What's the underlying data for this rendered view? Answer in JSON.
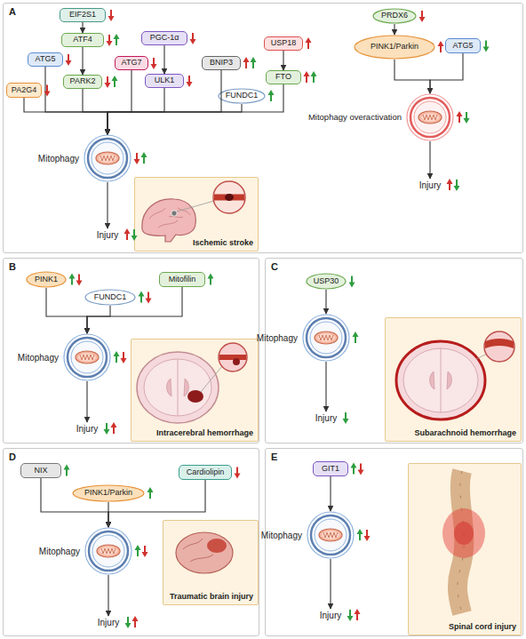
{
  "diagram": {
    "nodes": [
      {
        "text": [
          "A"
        ]
      },
      {
        "text": [
          "EIF2S1"
        ],
        "in": 0
      },
      {
        "text": [
          "ATF4"
        ],
        "in": 0
      },
      {
        "text": [
          "PA2G4"
        ],
        "in": 0
      },
      {
        "text": [
          "ATG5"
        ],
        "in": 0
      },
      {
        "text": [
          "PARK2"
        ],
        "in": 0
      },
      {
        "text": [
          "ATG7"
        ],
        "in": 0
      },
      {
        "text": [
          "PGC-1α"
        ],
        "in": 0
      },
      {
        "text": [
          "ULK1"
        ],
        "in": 0
      },
      {
        "text": [
          "BNIP3"
        ],
        "in": 0
      },
      {
        "text": [
          "USP18"
        ],
        "in": 0
      },
      {
        "text": [
          "FTO"
        ],
        "in": 0
      },
      {
        "text": [
          "FUNDC1"
        ],
        "in": 0
      },
      {
        "text": [
          "Mitophagy"
        ],
        "in": 0
      },
      {
        "text": [
          "Injury"
        ],
        "in": 0
      },
      {
        "text": [
          "Ischemic stroke"
        ],
        "in": 0
      },
      {
        "text": [
          "PRDX6"
        ],
        "in": 0
      },
      {
        "text": [
          "PINK1/Parkin"
        ],
        "in": 0
      },
      {
        "text": [
          "ATG5"
        ],
        "in": 0
      },
      {
        "text": [
          "Mitophagy overactivation"
        ],
        "in": 0
      },
      {
        "text": [
          "Injury"
        ],
        "in": 0
      },
      {
        "text": [
          "B"
        ]
      },
      {
        "text": [
          "PINK1"
        ],
        "in": 21
      },
      {
        "text": [
          "FUNDC1"
        ],
        "in": 21
      },
      {
        "text": [
          "Mitofilin"
        ],
        "in": 21
      },
      {
        "text": [
          "Mitophagy"
        ],
        "in": 21
      },
      {
        "text": [
          "Injury"
        ],
        "in": 21
      },
      {
        "text": [
          "Intracerebral hemorrhage"
        ],
        "in": 21
      },
      {
        "text": [
          "C"
        ]
      },
      {
        "text": [
          "USP30"
        ],
        "in": 28
      },
      {
        "text": [
          "Mitophagy"
        ],
        "in": 28
      },
      {
        "text": [
          "Injury"
        ],
        "in": 28
      },
      {
        "text": [
          "Subarachnoid hemorrhage"
        ],
        "in": 28
      },
      {
        "text": [
          "D"
        ]
      },
      {
        "text": [
          "NIX"
        ],
        "in": 33
      },
      {
        "text": [
          "Cardiolipin"
        ],
        "in": 33
      },
      {
        "text": [
          "PINK1/Parkin"
        ],
        "in": 33
      },
      {
        "text": [
          "Mitophagy"
        ],
        "in": 33
      },
      {
        "text": [
          "Injury"
        ],
        "in": 33
      },
      {
        "text": [
          "Traumatic brain injury"
        ],
        "in": 33
      },
      {
        "text": [
          "E"
        ]
      },
      {
        "text": [
          "GIT1"
        ],
        "in": 40
      },
      {
        "text": [
          "Mitophagy"
        ],
        "in": 40
      },
      {
        "text": [
          "Injury"
        ],
        "in": 40
      },
      {
        "text": [
          "Spinal cord injury"
        ],
        "in": 40
      }
    ],
    "edges": [
      {
        "from": 1,
        "to": 2,
        "arrow": "to"
      },
      {
        "from": 2,
        "to": 5,
        "arrow": "to"
      },
      {
        "from": 7,
        "to": 8,
        "arrow": "to"
      },
      {
        "from": 10,
        "to": 11,
        "arrow": "to"
      },
      {
        "from": 3,
        "to": 13,
        "arrow": "to"
      },
      {
        "from": 4,
        "to": 13,
        "arrow": "to"
      },
      {
        "from": 5,
        "to": 13,
        "arrow": "to"
      },
      {
        "from": 6,
        "to": 13,
        "arrow": "to"
      },
      {
        "from": 8,
        "to": 13,
        "arrow": "to"
      },
      {
        "from": 9,
        "to": 13,
        "arrow": "to"
      },
      {
        "from": 12,
        "to": 13,
        "arrow": "to"
      },
      {
        "from": 11,
        "to": 13,
        "arrow": "to"
      },
      {
        "from": 13,
        "to": 14,
        "arrow": "to"
      },
      {
        "from": 16,
        "to": 17,
        "arrow": "to"
      },
      {
        "from": 17,
        "to": 19,
        "arrow": "to"
      },
      {
        "from": 18,
        "to": 19,
        "arrow": "to"
      },
      {
        "from": 19,
        "to": 20,
        "arrow": "to"
      },
      {
        "from": 22,
        "to": 25,
        "arrow": "to"
      },
      {
        "from": 23,
        "to": 25,
        "arrow": "to"
      },
      {
        "from": 24,
        "to": 25,
        "arrow": "to"
      },
      {
        "from": 25,
        "to": 26,
        "arrow": "to"
      },
      {
        "from": 29,
        "to": 30,
        "arrow": "to"
      },
      {
        "from": 30,
        "to": 31,
        "arrow": "to"
      },
      {
        "from": 34,
        "to": 37,
        "arrow": "to"
      },
      {
        "from": 36,
        "to": 37,
        "arrow": "to"
      },
      {
        "from": 35,
        "to": 37,
        "arrow": "to"
      },
      {
        "from": 37,
        "to": 38,
        "arrow": "to"
      },
      {
        "from": 41,
        "to": 42,
        "arrow": "to"
      },
      {
        "from": 42,
        "to": 43,
        "arrow": "to"
      }
    ]
  }
}
